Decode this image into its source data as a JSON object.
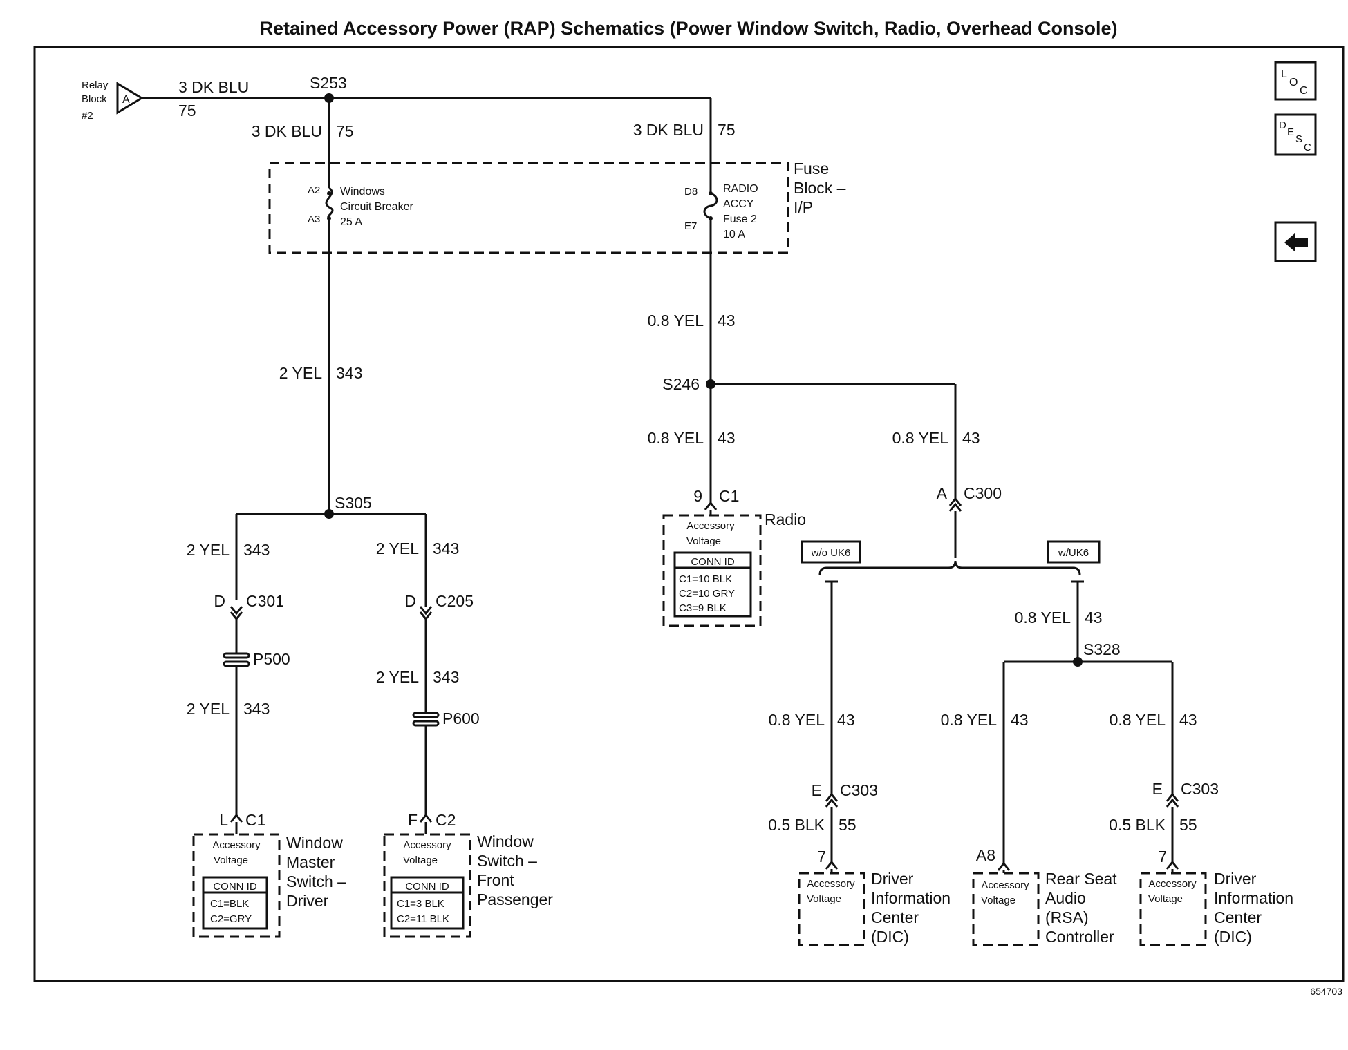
{
  "title": "Retained Accessory Power (RAP) Schematics (Power Window Switch, Radio, Overhead Console)",
  "figure_number": "654703",
  "nav_buttons": {
    "loc_letters": [
      "L",
      "O",
      "C"
    ],
    "desc_letters": [
      "D",
      "E",
      "S",
      "C"
    ],
    "back_arrow_icon": "left-arrow-icon"
  },
  "relay_block": {
    "line1": "Relay",
    "line2": "Block",
    "line3": "#2",
    "terminal": "A"
  },
  "wires": {
    "dk_blu": "3 DK BLU",
    "circuit_75": "75",
    "yel_2": "2 YEL",
    "circuit_343": "343",
    "yel_08": "0.8 YEL",
    "circuit_43": "43",
    "blk_05": "0.5 BLK",
    "circuit_55": "55"
  },
  "splices": {
    "s253": "S253",
    "s246": "S246",
    "s305": "S305",
    "s328": "S328"
  },
  "fuse_block": {
    "label_line1": "Fuse",
    "label_line2": "Block –",
    "label_line3": "I/P",
    "breaker_pin_top": "A2",
    "breaker_pin_bottom": "A3",
    "breaker_line1": "Windows",
    "breaker_line2": "Circuit Breaker",
    "breaker_line3": "25 A",
    "fuse_pin_top": "D8",
    "fuse_pin_bottom": "E7",
    "fuse_line1": "RADIO",
    "fuse_line2": "ACCY",
    "fuse_line3": "Fuse 2",
    "fuse_line4": "10 A"
  },
  "connectors": {
    "c301": {
      "pin": "D",
      "name": "C301"
    },
    "c205": {
      "pin": "D",
      "name": "C205"
    },
    "p500": "P500",
    "p600": "P600",
    "radio_c1": {
      "pin": "9",
      "name": "C1"
    },
    "c300": {
      "pin": "A",
      "name": "C300"
    },
    "driver_c1": {
      "pin": "L",
      "name": "C1"
    },
    "pass_c2": {
      "pin": "F",
      "name": "C2"
    },
    "c303_left": {
      "pin": "E",
      "name": "C303"
    },
    "c303_right": {
      "pin": "E",
      "name": "C303"
    }
  },
  "options": {
    "without_uk6": "w/o UK6",
    "with_uk6": "w/UK6"
  },
  "components": {
    "radio": {
      "name": "Radio",
      "acc1": "Accessory",
      "acc2": "Voltage",
      "conn_id": "CONN ID",
      "rows": [
        "C1=10 BLK",
        "C2=10 GRY",
        "C3=9 BLK"
      ]
    },
    "window_master": {
      "name_lines": [
        "Window",
        "Master",
        "Switch –",
        "Driver"
      ],
      "acc1": "Accessory",
      "acc2": "Voltage",
      "conn_id": "CONN ID",
      "rows": [
        "C1=BLK",
        "C2=GRY"
      ]
    },
    "window_pass": {
      "name_lines": [
        "Window",
        "Switch –",
        "Front",
        "Passenger"
      ],
      "acc1": "Accessory",
      "acc2": "Voltage",
      "conn_id": "CONN ID",
      "rows": [
        "C1=3 BLK",
        "C2=11 BLK"
      ]
    },
    "dic_left": {
      "pin": "7",
      "name_lines": [
        "Driver",
        "Information",
        "Center",
        "(DIC)"
      ],
      "acc1": "Accessory",
      "acc2": "Voltage"
    },
    "rsa": {
      "pin": "A8",
      "name_lines": [
        "Rear Seat",
        "Audio",
        "(RSA)",
        "Controller"
      ],
      "acc1": "Accessory",
      "acc2": "Voltage"
    },
    "dic_right": {
      "pin": "7",
      "name_lines": [
        "Driver",
        "Information",
        "Center",
        "(DIC)"
      ],
      "acc1": "Accessory",
      "acc2": "Voltage"
    }
  }
}
